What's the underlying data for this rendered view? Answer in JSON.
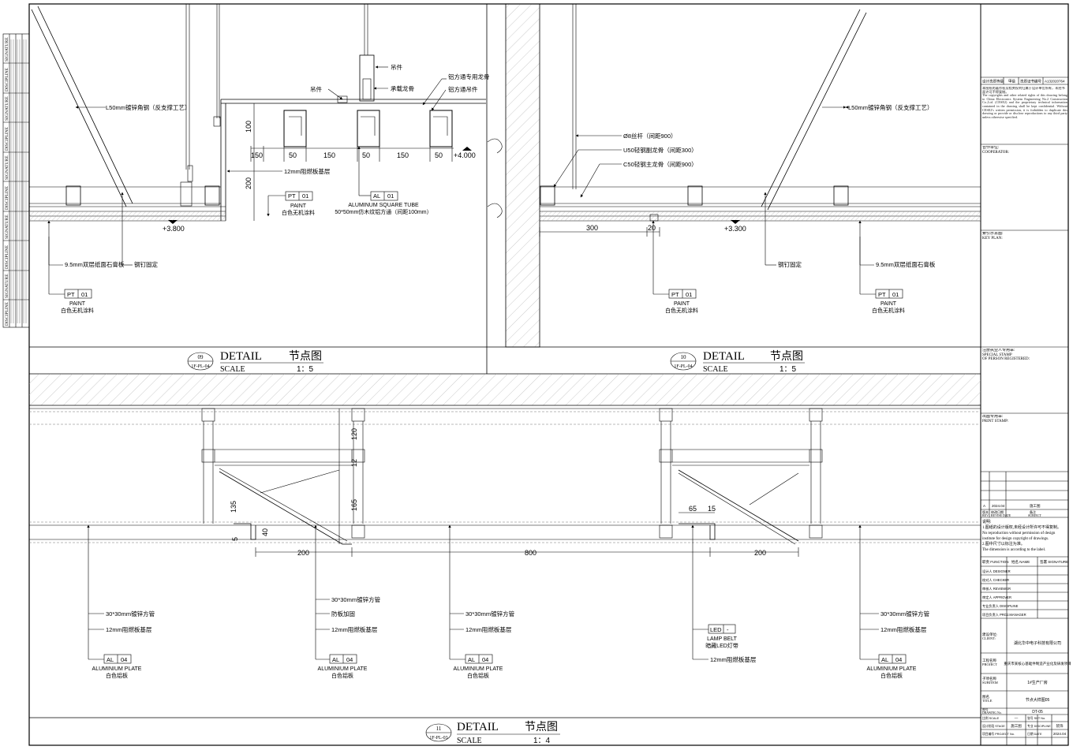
{
  "left_strip": {
    "labels": [
      "SIGNATURE",
      "DISCIPLINE",
      "SIGNATURE",
      "DISCIPLINE",
      "SIGNATURE",
      "DISCIPLINE",
      "SIGNATURE",
      "DISCIPLINE",
      "SIGNATURE",
      "DISCIPLINE"
    ]
  },
  "detail_09": {
    "number": "09",
    "ref": "1F-PL-04",
    "title_en": "DETAIL",
    "title_cn": "节点图",
    "scale_label": "SCALE",
    "scale_value": "1：5",
    "labels": {
      "hanger1": "吊件",
      "hanger2": "吊件",
      "main_keel": "承载龙骨",
      "alu_keel": "铝方通专用龙骨",
      "alu_hanger": "铝方通吊件",
      "angle": "L50mm镀锌角钢（反支撑工艺）",
      "board": "12mm阻燃板基层",
      "gypsum": "9.5mm双层纸面石膏板",
      "nail": "钢钉固定"
    },
    "dims": {
      "d100": "100",
      "d200": "200",
      "d150a": "150",
      "d50a": "50",
      "d150b": "150",
      "d50b": "50",
      "d150c": "150",
      "d50c": "50"
    },
    "levels": {
      "top": "+4.000",
      "bottom": "+3.800"
    },
    "tag_pt1": {
      "code": "PT",
      "num": "01",
      "name": "PAINT",
      "desc": "白色无机涂料"
    },
    "tag_al": {
      "code": "AL",
      "num": "01",
      "name": "ALUMINUM SQUARE TUBE",
      "desc": "50*50mm仿木纹铝方通（间距100mm）"
    },
    "tag_pt2": {
      "code": "PT",
      "num": "01",
      "name": "PAINT",
      "desc": "白色无机涂料"
    }
  },
  "detail_10": {
    "number": "10",
    "ref": "1F-PL-04",
    "title_en": "DETAIL",
    "title_cn": "节点图",
    "scale_label": "SCALE",
    "scale_value": "1：5",
    "labels": {
      "rod": "Ø8丝杆（间距900）",
      "u50": "U50轻钢副龙骨（间距300）",
      "c50": "C50轻钢主龙骨（间距900）",
      "angle": "L50mm镀锌角钢（反支撑工艺）",
      "nail": "钢钉固定",
      "gypsum": "9.5mm双层纸面石膏板"
    },
    "dims": {
      "d300": "300",
      "d20": "20"
    },
    "levels": {
      "level": "+3.300"
    },
    "tag_pt1": {
      "code": "PT",
      "num": "01",
      "name": "PAINT",
      "desc": "白色无机涂料"
    },
    "tag_pt2": {
      "code": "PT",
      "num": "01",
      "name": "PAINT",
      "desc": "白色无机涂料"
    }
  },
  "detail_11": {
    "number": "11",
    "ref": "1F-PL-03",
    "title_en": "DETAIL",
    "title_cn": "节点图",
    "scale_label": "SCALE",
    "scale_value": "1：4",
    "labels": {
      "tube1": "30*30mm镀锌方管",
      "board1": "12mm阻燃板基层",
      "tube2": "30*30mm镀锌方管",
      "ribs": "防板加固",
      "board2": "12mm阻燃板基层",
      "tube3": "30*30mm镀锌方管",
      "board3": "12mm阻燃板基层",
      "board4": "12mm阻燃板基层",
      "tube4": "30*30mm镀锌方管",
      "board5": "12mm阻燃板基层"
    },
    "dims": {
      "d120": "120",
      "d12": "12",
      "d135": "135",
      "d165": "165",
      "d40": "40",
      "d5": "5",
      "d200a": "200",
      "d800": "800",
      "d200b": "200",
      "d65": "65",
      "d15": "15"
    },
    "tags": [
      {
        "code": "AL",
        "num": "04",
        "name": "ALUMINIUM PLATE",
        "desc": "白色铝板"
      },
      {
        "code": "AL",
        "num": "04",
        "name": "ALUMINIUM PLATE",
        "desc": "白色铝板"
      },
      {
        "code": "AL",
        "num": "04",
        "name": "ALUMINIUM PLATE",
        "desc": "白色铝板"
      },
      {
        "code": "AL",
        "num": "04",
        "name": "ALUMINIUM PLATE",
        "desc": "白色铝板"
      }
    ],
    "led": {
      "code": "LED",
      "num": "-",
      "name": "LAMP BELT",
      "desc": "暗藏LED灯带"
    }
  },
  "title_block": {
    "cert_row": [
      "设计资质等级",
      "甲级",
      "资质证书编号",
      "A132020764"
    ],
    "copyright_cn": "本图纸的著作权及相关权利归属于设计单位所有，未经书面许可不得复制。",
    "copyright_en": "The copyrights and other related rights of this drawing belong to China Electronics System Engineering No.2 Construction Co.,Ltd. (CESE2) and the proprietary technical information contained in the drawing shall be kept confidential. Without CESE2's written permission, it is forbidden to duplicate this drawing or provide or disclose reproductions to any third party unless otherwise specified.",
    "cooperator": "合作单位:\nCOOPERATOR:",
    "key_plan": "索引示意图:\nKEY PLAN:",
    "stamp": "注册执业人专用章:\nSPECIAL STAMP\nOF PERSON REGISTERED:",
    "print_stamp": "出图专用章:\nPRINT STAMP:",
    "revision": {
      "mark": "A",
      "date": "2024.04",
      "subject": "施工图",
      "hdr_mark": "版本",
      "hdr_date": "修改日期",
      "hdr_subject": "备注",
      "hdr_mark_en": "REV",
      "hdr_date_en": "REVISE DATE",
      "hdr_subject_en": "SUBJECT"
    },
    "notes": [
      "说明:",
      "1.图纸的设计版权,未经设计所许可不得复制。",
      "No reproduction without permission of design",
      "institute for design copyright of drawings.",
      "2.图中尺寸以标注为准。",
      "The dimension is according to the label."
    ],
    "roles_hdr": [
      "职责 FUNCTION",
      "姓名 NAME",
      "签署 SIGNATURE"
    ],
    "roles": [
      "设计人 DESIGNER",
      "校对人 CHECKER",
      "审核人 REVIEWER",
      "审定人 APPROVER",
      "专业负责人 DISCIPLINE",
      "项目负责人 PROJ.MANAGER"
    ],
    "client_label": "建设单位:\nCLIENT:",
    "client": "湖北华中电子科技有限公司",
    "project_label": "工程名称\nPROJECT",
    "project": "重庆市某核心基础件制造产业化及研发项目",
    "subitem_label": "子项名称\nSUBITEM",
    "subitem": "1#生产厂房",
    "title_label": "图名\nTITLE",
    "title": "节点大样图05",
    "drawing_no_label": "图号\nDRAWING No.",
    "drawing_no": "DT-05",
    "scale_label": "比例 SCALE",
    "scale_value": "—",
    "sheet_label": "张号 SHT No.",
    "stage_label": "设计阶段 STAGE",
    "stage": "施工图",
    "discipline_label": "专业 DISCIPLINE",
    "discipline": "装饰",
    "proj_no_label": "项目编号 PROJECT No.",
    "date_label": "日期 DATE",
    "date": "2024.04"
  }
}
